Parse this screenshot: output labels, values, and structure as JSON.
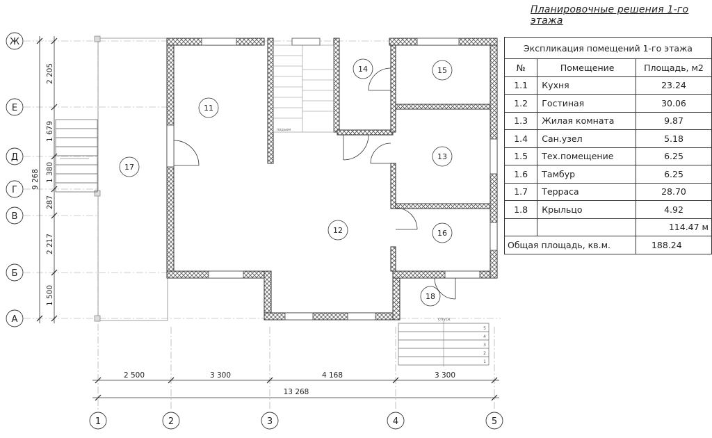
{
  "title": "Планировочные решения 1-го этажа",
  "axes_letters": [
    "Ж",
    "Е",
    "Д",
    "Г",
    "В",
    "Б",
    "А"
  ],
  "axes_numbers": [
    "1",
    "2",
    "3",
    "4",
    "5"
  ],
  "dims_vertical": [
    "2 205",
    "1 679",
    "1 380",
    "287",
    "2 217",
    "1 500"
  ],
  "dim_vertical_total": "9 268",
  "dims_horizontal": [
    "2 500",
    "3 300",
    "4 168",
    "3 300"
  ],
  "dim_horizontal_total": "13 268",
  "rooms": [
    "11",
    "12",
    "13",
    "14",
    "15",
    "16",
    "17",
    "18"
  ],
  "stair_labels": {
    "up": "подъем",
    "down": "спуск"
  },
  "porch_steps": [
    "5",
    "4",
    "3",
    "2",
    "1"
  ],
  "explication": {
    "caption": "Экспликация помещений 1-го этажа",
    "headers": [
      "№",
      "Помещение",
      "Площадь, м2"
    ],
    "rows": [
      {
        "num": "1.1",
        "name": "Кухня",
        "area": "23.24"
      },
      {
        "num": "1.2",
        "name": "Гостиная",
        "area": "30.06"
      },
      {
        "num": "1.3",
        "name": "Жилая комната",
        "area": "9.87"
      },
      {
        "num": "1.4",
        "name": "Сан.узел",
        "area": "5.18"
      },
      {
        "num": "1.5",
        "name": "Тех.помещение",
        "area": "6.25"
      },
      {
        "num": "1.6",
        "name": "Тамбур",
        "area": "6.25"
      },
      {
        "num": "1.7",
        "name": "Терраса",
        "area": "28.70"
      },
      {
        "num": "1.8",
        "name": "Крыльцо",
        "area": "4.92"
      }
    ],
    "subtotal": "114.47 м",
    "total_label": "Общая площадь, кв.м.",
    "total_value": "188.24"
  }
}
